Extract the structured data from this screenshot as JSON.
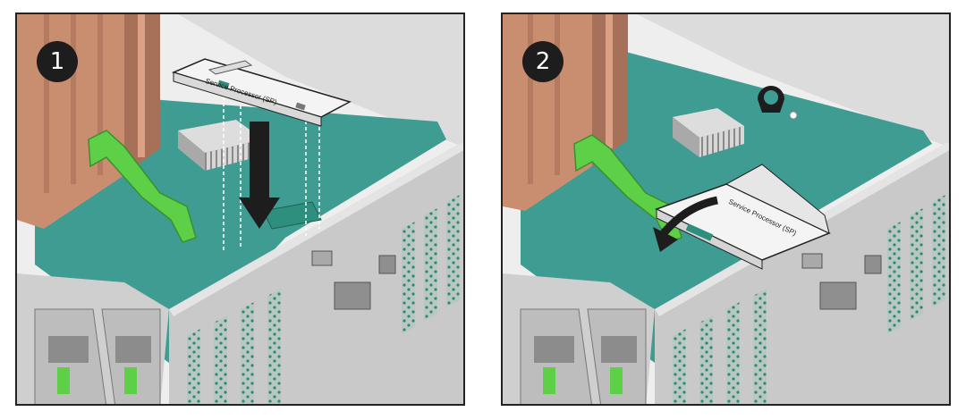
{
  "figure": {
    "panels": [
      {
        "step": "1",
        "card_label": "Service Processor (SP)",
        "action": "lower-card-vertically"
      },
      {
        "step": "2",
        "card_label": "Service Processor (SP)",
        "action": "rotate-card-down-into-slot"
      }
    ],
    "colors": {
      "motherboard": "#3f9c92",
      "chassis": "#c9c9c9",
      "heat_sink_copper": "#c98d6f",
      "handle_green": "#5ed048",
      "card": "#f4f4f4",
      "badge": "#1d1d1d",
      "connector": "#2f8f7e"
    }
  }
}
